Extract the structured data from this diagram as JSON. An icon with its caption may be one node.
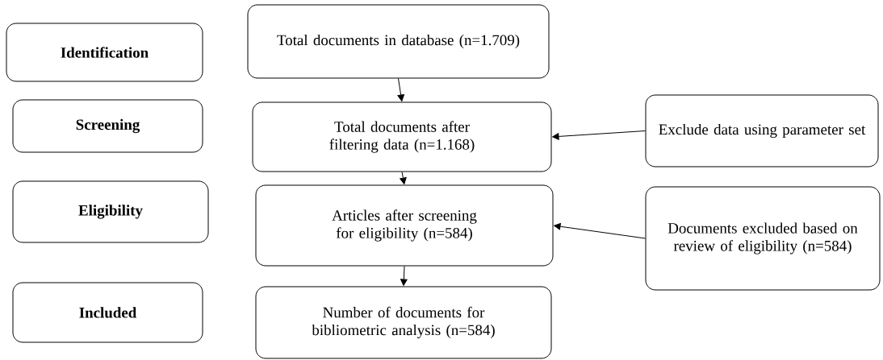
{
  "diagram": {
    "nodes": [
      {
        "text": [
          "Identification"
        ]
      },
      {
        "text": [
          "Total documents in database (n=1.709)"
        ]
      },
      {
        "text": [
          "Screening"
        ]
      },
      {
        "text": [
          "Total documents after filtering data (n=1.168)"
        ]
      },
      {
        "text": [
          "Exclude data using parameter set"
        ]
      },
      {
        "text": [
          "Eligibility"
        ]
      },
      {
        "text": [
          "Articles after screening for eligibility (n=584)"
        ]
      },
      {
        "text": [
          "Documents excluded based on review of eligibility (n=584)"
        ]
      },
      {
        "text": [
          "Included"
        ]
      },
      {
        "text": [
          "Number of documents for bibliometric analysis (n=584)"
        ]
      }
    ],
    "edges": [
      {
        "from": 1,
        "to": 3,
        "arrow": "to"
      },
      {
        "from": 3,
        "to": 6,
        "arrow": "to"
      },
      {
        "from": 6,
        "to": 9,
        "arrow": "to"
      },
      {
        "from": 4,
        "to": 3,
        "arrow": "to"
      },
      {
        "from": 7,
        "to": 6,
        "arrow": "to"
      }
    ]
  }
}
